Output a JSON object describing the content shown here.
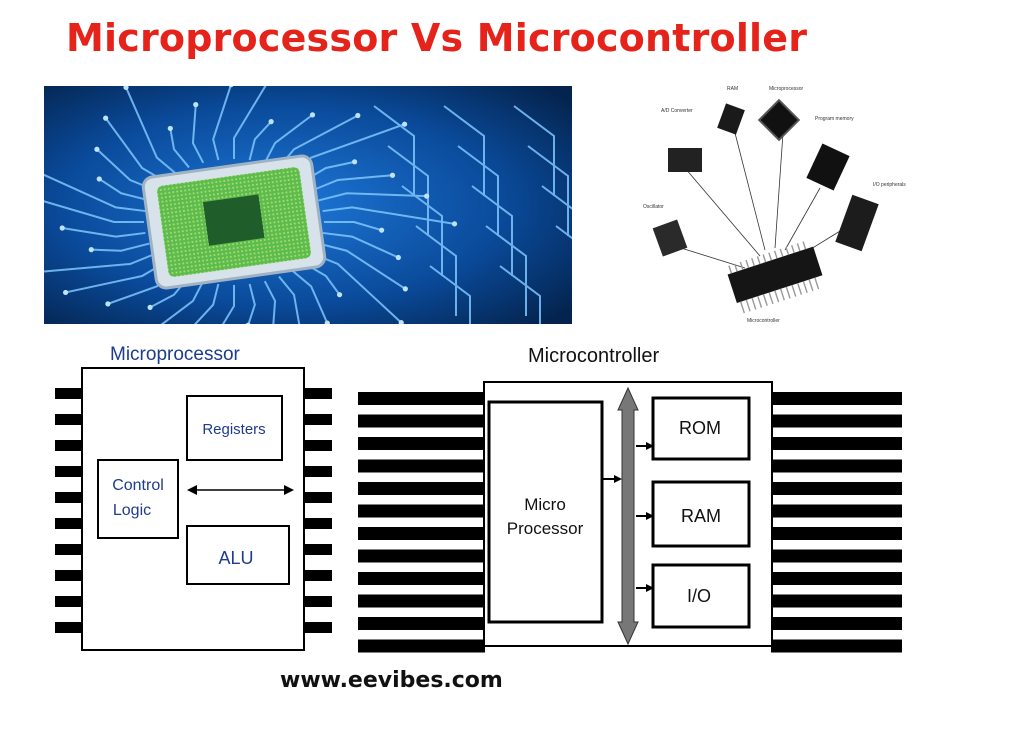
{
  "title": "Microprocessor Vs Microcontroller",
  "colors": {
    "title": "#e5231b",
    "diagram_text": "#1f3b8c",
    "pcb_blue": "#0a3a7a",
    "die_green": "#3aa34a"
  },
  "photo_microcontroller": {
    "labels": {
      "adc": "A/D Converter",
      "ram": "RAM",
      "microprocessor": "Microprocessor",
      "program_memory": "Program memory",
      "io_peripherals": "I/O peripherals",
      "oscillator": "Oscillator",
      "microcontroller": "Microcontroller"
    }
  },
  "microprocessor_diagram": {
    "title": "Microprocessor",
    "blocks": {
      "registers": "Registers",
      "control_line1": "Control",
      "control_line2": "Logic",
      "alu": "ALU"
    }
  },
  "microcontroller_diagram": {
    "title": "Microcontroller",
    "blocks": {
      "micro_line1": "Micro",
      "micro_line2": "Processor",
      "rom": "ROM",
      "ram": "RAM",
      "io": "I/O"
    }
  },
  "website": "www.eevibes.com"
}
